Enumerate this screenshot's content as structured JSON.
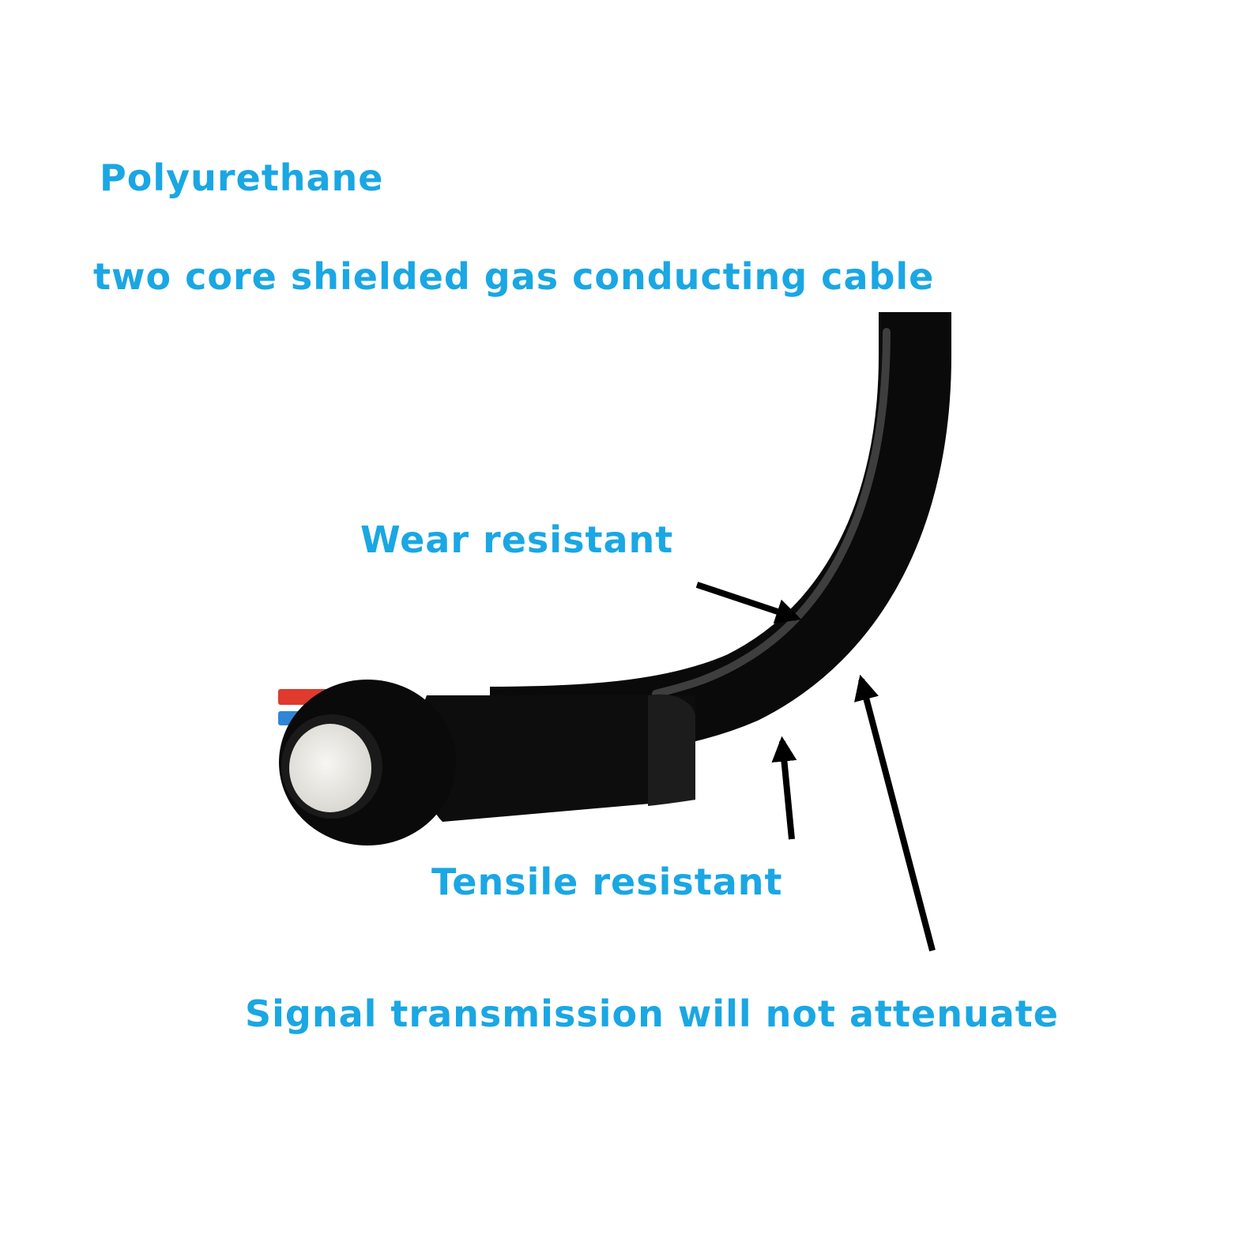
{
  "colors": {
    "label_text": "#1aa7e3",
    "cable_jacket": "#0a0a0a",
    "cable_highlight": "#5a5a5a",
    "wire_red": "#e03a2e",
    "wire_blue": "#2f86d6",
    "filler": "#ecebe6",
    "arrow": "#000000",
    "background": "#ffffff"
  },
  "labels": {
    "title": "Polyurethane",
    "subtitle": "two core shielded gas conducting cable",
    "wear_resistant": "Wear resistant",
    "tensile_resistant": "Tensile resistant",
    "signal": "Signal transmission will not attenuate"
  },
  "illustration": {
    "subject": "black-cable-icon",
    "core_wires": [
      "red",
      "blue"
    ],
    "callout_arrows": 3
  }
}
